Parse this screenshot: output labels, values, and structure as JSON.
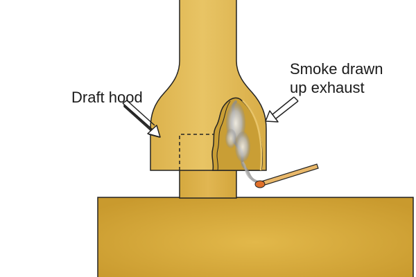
{
  "diagram": {
    "labels": {
      "draft_hood": "Draft hood",
      "smoke_line1": "Smoke drawn",
      "smoke_line2": "up exhaust"
    },
    "colors": {
      "hood_fill": "#e4bd5a",
      "hood_shadow": "#c99e35",
      "outline": "#222222",
      "heater_fill": "#d9ac3f",
      "heater_dark": "#c29426",
      "smoke": "#9a9a9a",
      "match_stick": "#e9b86a",
      "match_head": "#e0702a"
    },
    "icons": [
      "arrow-icon",
      "smoke-icon",
      "match-icon"
    ]
  }
}
